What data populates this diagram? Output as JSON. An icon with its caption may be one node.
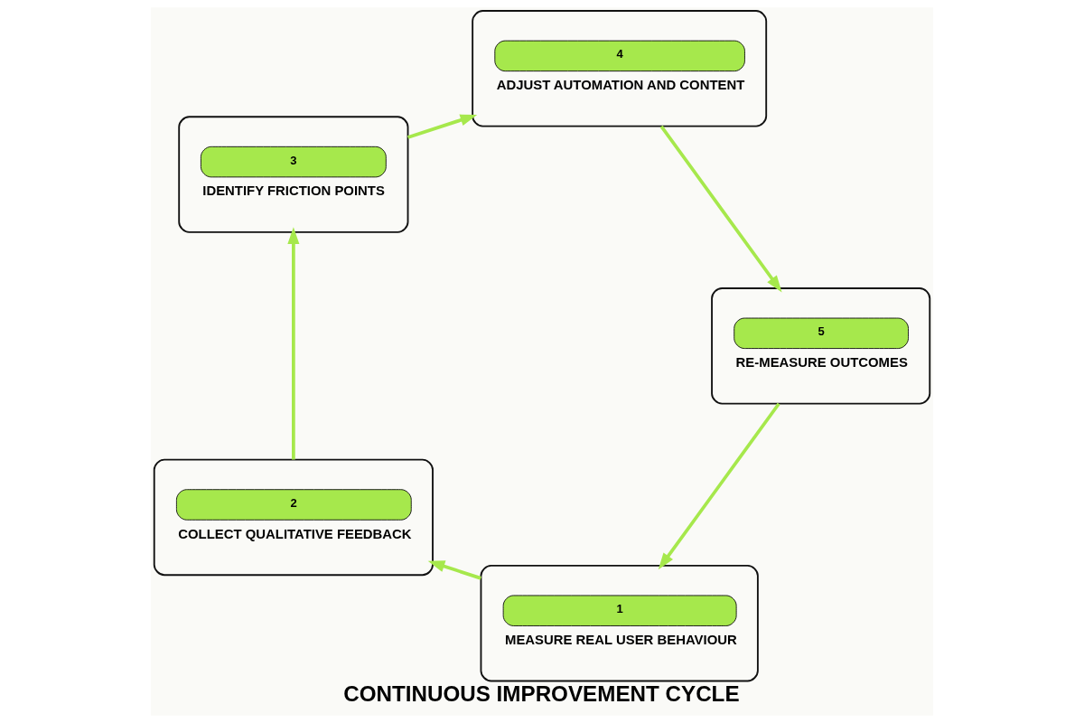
{
  "diagram": {
    "title": "CONTINUOUS IMPROVEMENT CYCLE",
    "nodes": [
      {
        "text": [
          "1",
          "MEASURE REAL USER BEHAVIOUR"
        ]
      },
      {
        "text": [
          "2",
          "COLLECT QUALITATIVE FEEDBACK"
        ]
      },
      {
        "text": [
          "3",
          "IDENTIFY FRICTION POINTS"
        ]
      },
      {
        "text": [
          "4",
          "ADJUST AUTOMATION AND CONTENT"
        ]
      },
      {
        "text": [
          "5",
          "RE-MEASURE OUTCOMES"
        ]
      }
    ],
    "edges": [
      {
        "from": 0,
        "to": 1,
        "arrow": "to"
      },
      {
        "from": 1,
        "to": 2,
        "arrow": "to"
      },
      {
        "from": 2,
        "to": 3,
        "arrow": "to"
      },
      {
        "from": 3,
        "to": 4,
        "arrow": "to"
      },
      {
        "from": 4,
        "to": 0,
        "arrow": "to"
      }
    ]
  }
}
